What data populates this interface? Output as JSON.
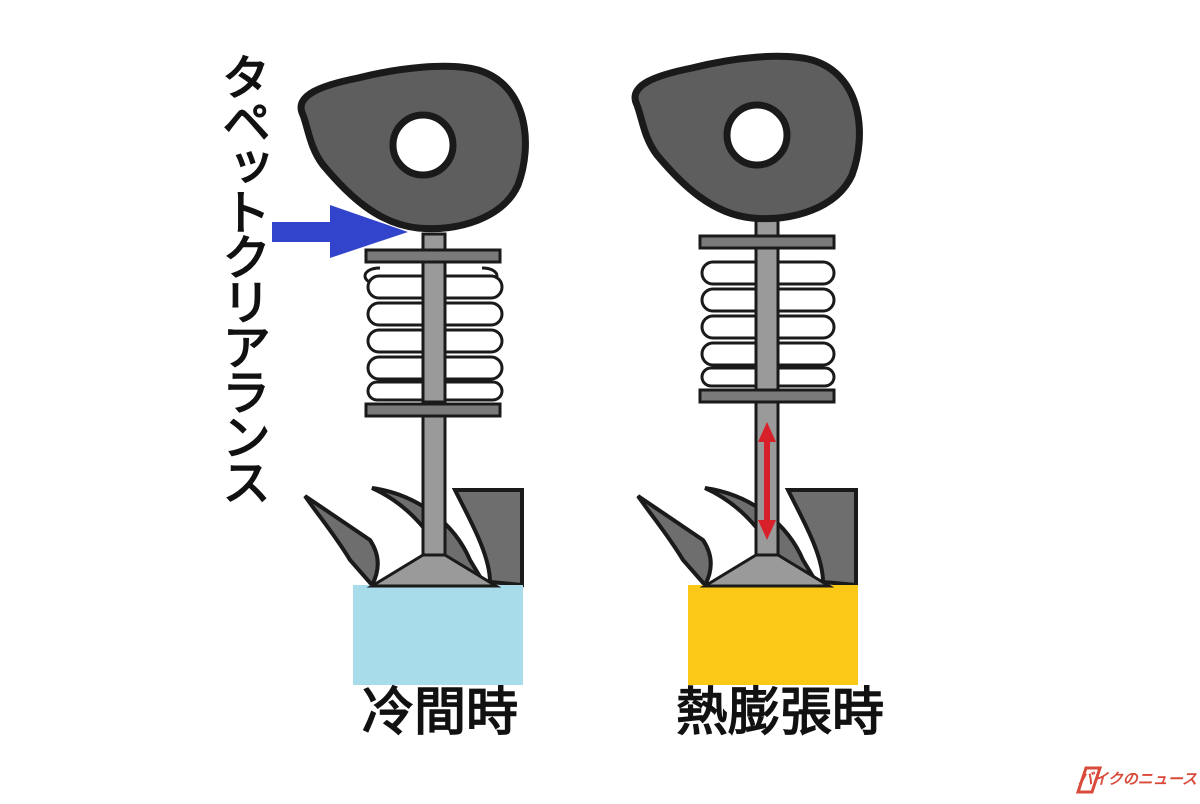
{
  "label_clearance": "タペットクリアランス",
  "caption_cold": "冷間時",
  "caption_hot": "熱膨張時",
  "logo_text": "バイクのニュース",
  "colors": {
    "cam": "#5e5e5e",
    "outline": "#1a1a1a",
    "spring_retainer": "#7a7a7a",
    "stem": "#9a9a9a",
    "port_wall": "#6e6e6e",
    "chamber_cold": "#a8dcea",
    "chamber_hot": "#fcc817",
    "clearance_arrow": "#3344cc",
    "expansion_arrow": "#d8202a",
    "logo": "#d94a3a"
  },
  "icons": {
    "cam": "cam-lobe-icon",
    "spring": "valve-spring-icon",
    "arrow": "right-arrow-icon",
    "expansion": "double-vertical-arrow-icon"
  }
}
